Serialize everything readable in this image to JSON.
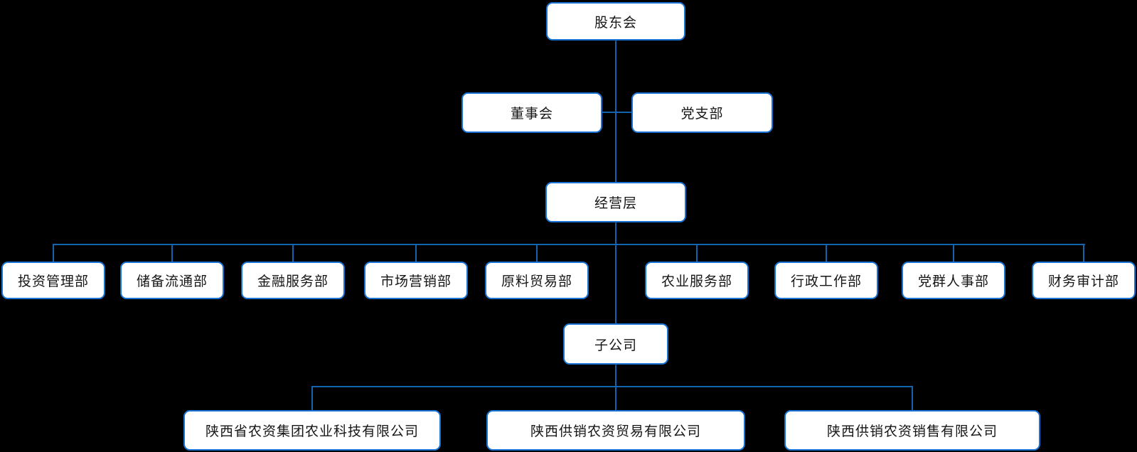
{
  "colors": {
    "background": "#000000",
    "node_fill": "#ffffff",
    "node_border": "#1973d4",
    "connector": "#1264ae",
    "text": "#161616"
  },
  "org": {
    "shareholders": {
      "label": "股东会"
    },
    "board": {
      "label": "董事会"
    },
    "party_branch": {
      "label": "党支部"
    },
    "management": {
      "label": "经营层"
    },
    "departments": [
      {
        "label": "投资管理部"
      },
      {
        "label": "储备流通部"
      },
      {
        "label": "金融服务部"
      },
      {
        "label": "市场营销部"
      },
      {
        "label": "原料贸易部"
      },
      {
        "label": "农业服务部"
      },
      {
        "label": "行政工作部"
      },
      {
        "label": "党群人事部"
      },
      {
        "label": "财务审计部"
      }
    ],
    "subsidiary_group": {
      "label": "子公司"
    },
    "subsidiaries": [
      {
        "label": "陕西省农资集团农业科技有限公司"
      },
      {
        "label": "陕西供销农资贸易有限公司"
      },
      {
        "label": "陕西供销农资销售有限公司"
      }
    ]
  }
}
